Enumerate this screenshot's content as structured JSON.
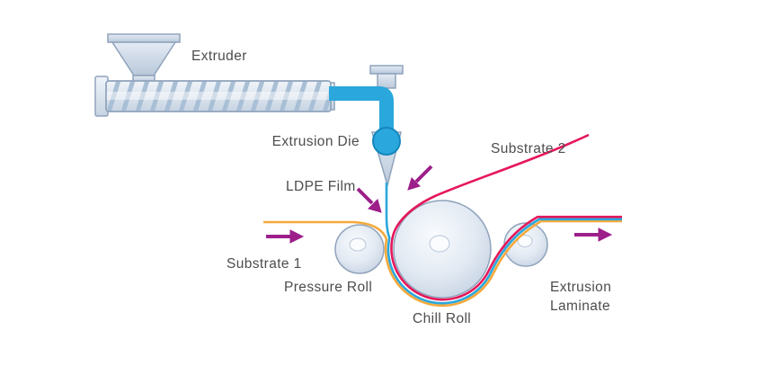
{
  "diagram": {
    "labels": {
      "extruder": "Extruder",
      "extrusion_die": "Extrusion Die",
      "ldpe_film": "LDPE Film",
      "substrate_2": "Substrate 2",
      "substrate_1": "Substrate 1",
      "pressure_roll": "Pressure Roll",
      "chill_roll": "Chill Roll",
      "extrusion_laminate_line1": "Extrusion",
      "extrusion_laminate_line2": "Laminate"
    },
    "colors": {
      "background": "#ffffff",
      "machinery_fill": "#dbe4ef",
      "machinery_stroke": "#8fa3bb",
      "pipe_blue": "#2aa7dc",
      "pipe_blue_stroke": "#1487bd",
      "ldpe_line": "#2aa7dc",
      "substrate1_orange": "#f5a93c",
      "substrate2_red": "#e5175a",
      "arrow_magenta": "#9c1f8a",
      "text": "#4d4d4d"
    }
  }
}
